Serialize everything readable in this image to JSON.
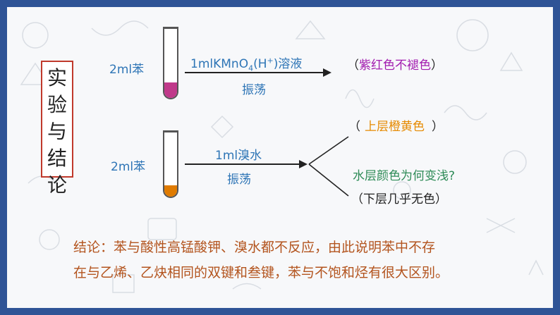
{
  "side_title": "实验与结论",
  "exp1": {
    "sample": "2ml苯",
    "reagent_prefix": "1mlKMnO",
    "reagent_sub": "4",
    "reagent_paren_open": "(H",
    "reagent_sup": "+",
    "reagent_suffix": ")溶液",
    "action": "振荡",
    "result_open": "（",
    "result": "紫红色不褪色",
    "result_close": "）",
    "liquid_color": "#c0398a"
  },
  "exp2": {
    "sample": "2ml苯",
    "reagent": "1ml溴水",
    "action": "振荡",
    "upper_open": "（",
    "upper_result": "上层橙黄色",
    "upper_close": "）",
    "question": "水层颜色为何变浅?",
    "lower_result": "（下层几乎无色）",
    "liquid_color": "#e07b00"
  },
  "conclusion": {
    "line1": "结论：苯与酸性高锰酸钾、溴水都不反应，由此说明苯中不存",
    "line2": "在与乙烯、乙炔相同的双键和叁键，苯与不饱和烃有很大区别。"
  },
  "colors": {
    "frame": "#2f5496",
    "blue_text": "#2e75b6",
    "magenta_text": "#a21caf",
    "orange_text": "#e68a00",
    "green_text": "#2e8b57",
    "conclusion_text": "#b3541e"
  }
}
